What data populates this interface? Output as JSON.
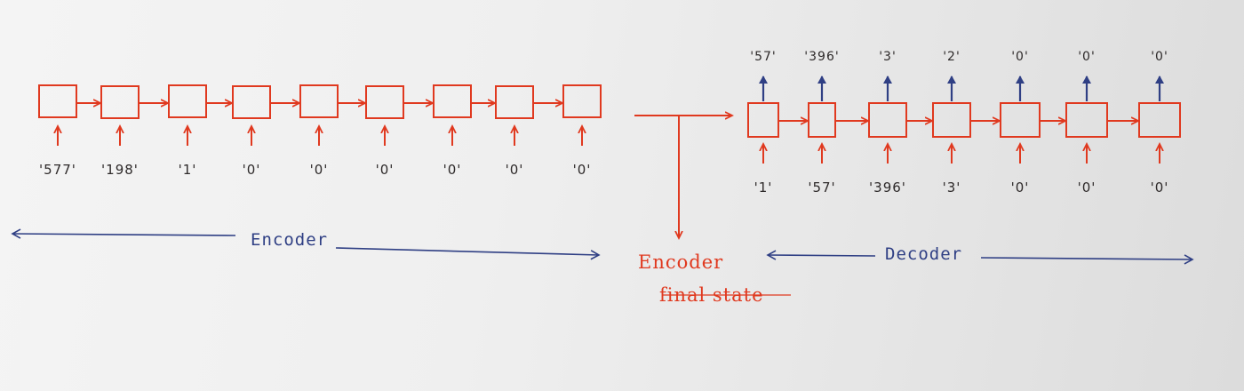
{
  "diagram": {
    "encoder_inputs": [
      "'577'",
      "'198'",
      "'1'",
      "'0'",
      "'0'",
      "'0'",
      "'0'",
      "'0'",
      "'0'"
    ],
    "decoder_inputs": [
      "'1'",
      "'57'",
      "'396'",
      "'3'",
      "'0'",
      "'0'",
      "'0'"
    ],
    "decoder_outputs": [
      "'57'",
      "'396'",
      "'3'",
      "'2'",
      "'0'",
      "'0'",
      "'0'"
    ],
    "encoder_label": "Encoder",
    "decoder_label": "Decoder",
    "encoder_final_state_line1": "Encoder",
    "encoder_final_state_line2": "final state",
    "colors": {
      "cell": "#e0391f",
      "output_arrow": "#2f3f84",
      "span_line": "#2f3f84",
      "label_text": "#2e2a2a"
    }
  }
}
